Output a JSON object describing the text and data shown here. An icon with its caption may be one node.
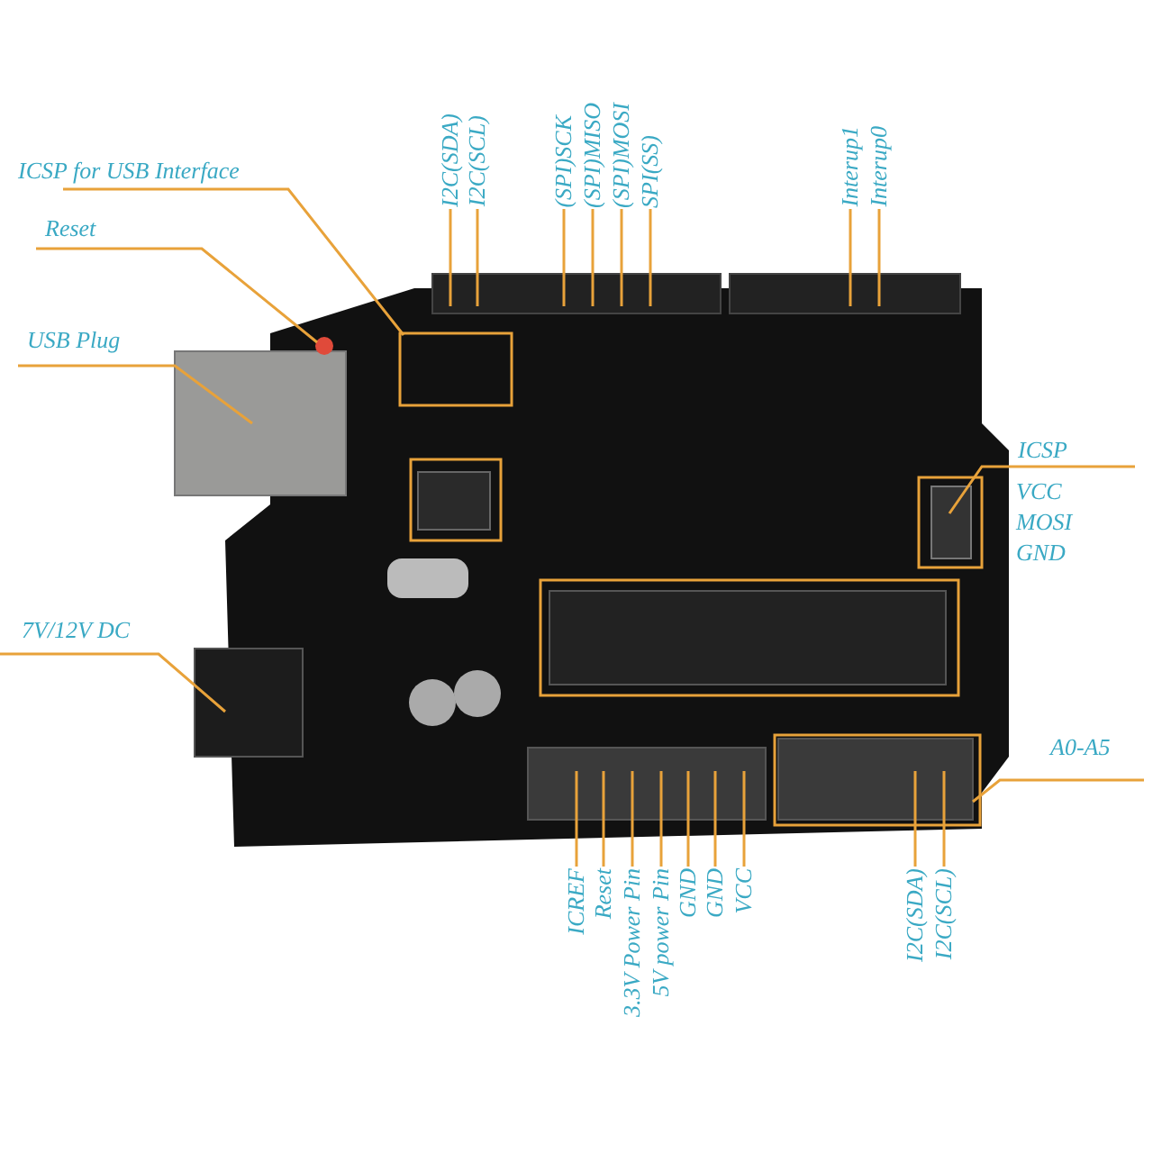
{
  "diagram": {
    "nodes": [
      {
        "text": [
          "ICSP for USB Interface"
        ]
      },
      {
        "text": [
          "Reset"
        ]
      },
      {
        "text": [
          "USB Plug"
        ]
      },
      {
        "text": [
          "7V/12V DC"
        ]
      },
      {
        "text": [
          "I2C(SDA)"
        ]
      },
      {
        "text": [
          "I2C(SCL)"
        ]
      },
      {
        "text": [
          "(SPI)SCK"
        ]
      },
      {
        "text": [
          "(SPI)MISO"
        ]
      },
      {
        "text": [
          "(SPI)MOSI"
        ]
      },
      {
        "text": [
          "SPI(SS)"
        ]
      },
      {
        "text": [
          "Interup1"
        ]
      },
      {
        "text": [
          "Interup0"
        ]
      },
      {
        "text": [
          "ICSP"
        ]
      },
      {
        "text": [
          "A0-A5"
        ]
      },
      {
        "text": [
          "ICREF"
        ]
      },
      {
        "text": [
          "Reset"
        ]
      },
      {
        "text": [
          "3.3V Power Pin"
        ]
      },
      {
        "text": [
          "5V power Pin"
        ]
      },
      {
        "text": [
          "GND"
        ]
      },
      {
        "text": [
          "GND"
        ]
      },
      {
        "text": [
          "VCC"
        ]
      },
      {
        "text": [
          "I2C(SDA)"
        ]
      },
      {
        "text": [
          "I2C(SCL)"
        ]
      }
    ],
    "edges": [
      {
        "from": 0,
        "to": null,
        "arrow": "none"
      },
      {
        "from": 1,
        "to": null,
        "arrow": "none"
      },
      {
        "from": 2,
        "to": null,
        "arrow": "none"
      },
      {
        "from": 3,
        "to": null,
        "arrow": "none"
      },
      {
        "from": 4,
        "to": null,
        "arrow": "none"
      },
      {
        "from": 5,
        "to": null,
        "arrow": "none"
      },
      {
        "from": 6,
        "to": null,
        "arrow": "none"
      },
      {
        "from": 7,
        "to": null,
        "arrow": "none"
      },
      {
        "from": 8,
        "to": null,
        "arrow": "none"
      },
      {
        "from": 9,
        "to": null,
        "arrow": "none"
      },
      {
        "from": 10,
        "to": null,
        "arrow": "none"
      },
      {
        "from": 11,
        "to": null,
        "arrow": "none"
      },
      {
        "from": 12,
        "to": null,
        "arrow": "none"
      },
      {
        "from": 13,
        "to": null,
        "arrow": "none"
      },
      {
        "from": 14,
        "to": null,
        "arrow": "none"
      },
      {
        "from": 15,
        "to": null,
        "arrow": "none"
      },
      {
        "from": 16,
        "to": null,
        "arrow": "none"
      },
      {
        "from": 17,
        "to": null,
        "arrow": "none"
      },
      {
        "from": 18,
        "to": null,
        "arrow": "none"
      },
      {
        "from": 19,
        "to": null,
        "arrow": "none"
      },
      {
        "from": 20,
        "to": null,
        "arrow": "none"
      },
      {
        "from": 21,
        "to": null,
        "arrow": "none"
      },
      {
        "from": 22,
        "to": null,
        "arrow": "none"
      }
    ],
    "labels": [
      "VCC",
      "MOSI",
      "GND"
    ]
  }
}
